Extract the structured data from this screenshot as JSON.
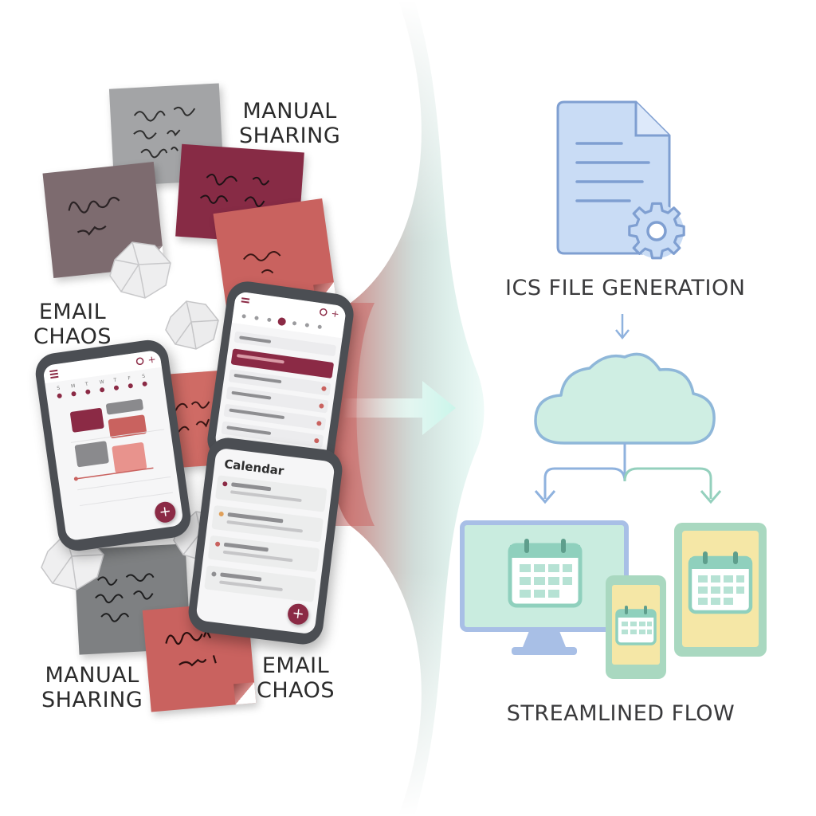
{
  "labels": {
    "manual_top": [
      "MANUAL",
      "SHARING"
    ],
    "email_top": [
      "EMAIL",
      "CHAOS"
    ],
    "manual_bottom": [
      "MANUAL",
      "SHARING"
    ],
    "email_bottom": [
      "EMAIL",
      "CHAOS"
    ],
    "ics": "ICS FILE GENERATION",
    "flow": "STREAMLINED FLOW"
  },
  "phone_calendar": {
    "title": "Calendar",
    "fab": "+"
  },
  "colors": {
    "maroon": "#8b2a45",
    "rose": "#c9625f",
    "gray_note": "#9fa0a2",
    "mauve_note": "#7d6b6f",
    "slate_note": "#7e8082",
    "doc_blue": "#c9dcf5",
    "doc_stroke": "#7f9fd1",
    "cloud_mint": "#cfeee3",
    "cloud_stroke": "#8fb7d9",
    "monitor_screen": "#c9ecdf",
    "tablet_screen": "#f5e7a6",
    "device_frame_blue": "#a8bfe6",
    "device_frame_green": "#a9d8c0",
    "calendar_grid": "#8fd0bd"
  },
  "icons": [
    "document-icon",
    "gear-icon",
    "cloud-icon",
    "arrow-down-icon",
    "calendar-icon",
    "monitor-icon",
    "tablet-icon",
    "phone-icon",
    "crumpled-paper-icon"
  ]
}
